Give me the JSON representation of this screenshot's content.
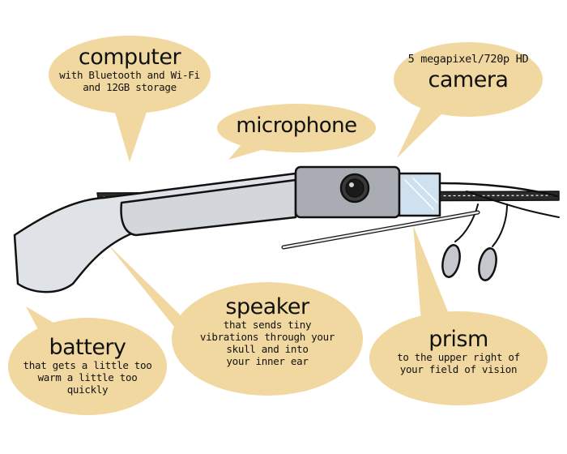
{
  "colors": {
    "bubble": "#f0d8a0",
    "ink": "#111111",
    "frame": "#dfe2e6",
    "housing": "#a9adb3",
    "prism": "#cfe0ee"
  },
  "labels": {
    "computer": {
      "title": "computer",
      "lines": [
        "with Bluetooth and Wi-Fi",
        "and  12GB storage"
      ]
    },
    "camera": {
      "title": "camera",
      "lines": [
        "5 megapixel/720p HD"
      ]
    },
    "microphone": {
      "title": "microphone"
    },
    "speaker": {
      "title": "speaker",
      "lines": [
        "that sends tiny",
        "vibrations through your",
        "skull and into",
        "your inner ear"
      ]
    },
    "battery": {
      "title": "battery",
      "lines": [
        "that gets a little too",
        "warm a little too",
        "quickly"
      ]
    },
    "prism": {
      "title": "prism",
      "lines": [
        "to the upper right of",
        "your field of vision"
      ]
    }
  }
}
